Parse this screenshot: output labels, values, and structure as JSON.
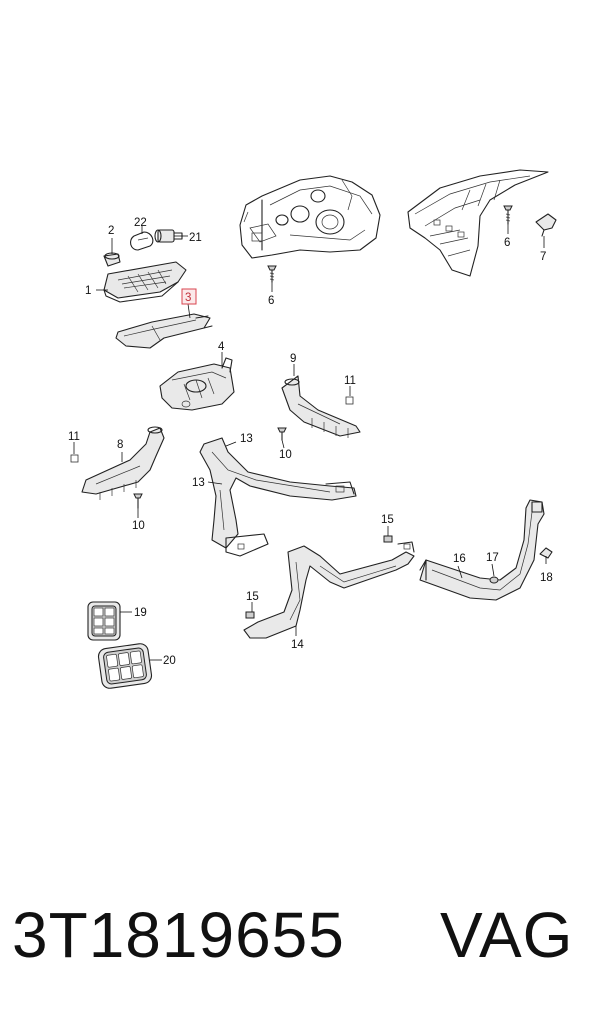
{
  "diagram": {
    "callouts": {
      "c1": "1",
      "c2": "2",
      "c3": "3",
      "c4": "4",
      "c6a": "6",
      "c6b": "6",
      "c7": "7",
      "c8": "8",
      "c9": "9",
      "c10a": "10",
      "c10b": "10",
      "c11a": "11",
      "c11b": "11",
      "c13a": "13",
      "c13b": "13",
      "c14": "14",
      "c15a": "15",
      "c15b": "15",
      "c16": "16",
      "c17": "17",
      "c18": "18",
      "c19": "19",
      "c20": "20",
      "c21": "21",
      "c22": "22"
    },
    "highlighted_callout": "3"
  },
  "footer": {
    "part_number": "3T1819655",
    "brand": "VAG"
  }
}
